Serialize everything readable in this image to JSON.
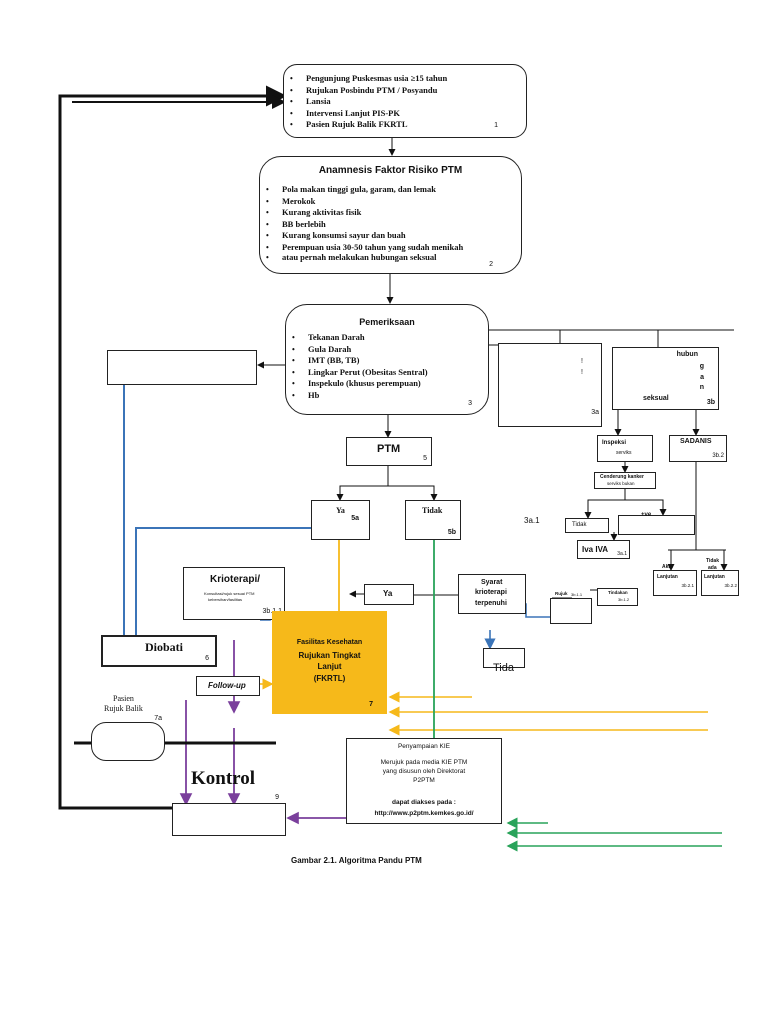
{
  "box1": {
    "items": [
      "Pengunjung Puskesmas usia ≥15 tahun",
      "Rujukan Posbindu PTM / Posyandu",
      "Lansia",
      "Intervensi Lanjut PIS-PK",
      "Pasien Rujuk Balik FKRTL"
    ],
    "num": "1"
  },
  "box2": {
    "title": "Anamnesis Faktor Risiko PTM",
    "items": [
      "Pola makan tinggi gula, garam, dan lemak",
      "Merokok",
      "Kurang aktivitas fisik",
      "BB berlebih",
      "Kurang konsumsi sayur dan buah",
      "Perempuan usia 30-50 tahun yang sudah menikah",
      "atau pernah melakukan hubungan seksual"
    ],
    "num": "2"
  },
  "box3": {
    "title": "Pemeriksaan",
    "items": [
      "Tekanan Darah",
      "Gula Darah",
      "IMT (BB, TB)",
      "Lingkar Perut (Obesitas Sentral)",
      "Inspekulo (khusus perempuan)",
      "Hb"
    ],
    "num": "3"
  },
  "box3a": {
    "marks": [
      "!",
      "!"
    ],
    "num": "3a"
  },
  "box3b": {
    "words": [
      "hubun",
      "g",
      "a",
      "n",
      "seksual"
    ],
    "num": "3b"
  },
  "inspeksi": {
    "label": "Inspeksi",
    "label2": "serviks"
  },
  "sadanis": {
    "label": "SADANIS",
    "num": "3b.2"
  },
  "cenderung": {
    "label": "Cenderung kanker",
    "label2": "serviks bukan"
  },
  "tidak_a": {
    "label": "Tidak"
  },
  "iva": {
    "label": "Iva IVA",
    "num": "3a.1"
  },
  "pos_b": {
    "label": "+ve"
  },
  "ptm": {
    "label": "PTM",
    "num": "5"
  },
  "ya5a": {
    "label": "Ya",
    "num": "5a"
  },
  "tidak5b": {
    "label": "Tidak",
    "num": "5b"
  },
  "lbl_3a1": {
    "label": "3a.1"
  },
  "krioterapi": {
    "title": "Krioterapi/",
    "sub": "Konsultasi/rujuk sesuai PTM",
    "sub2": "kebersihan/fasilitas",
    "num": "3b.1.1"
  },
  "ya_small": {
    "label": "Ya"
  },
  "syarat": {
    "l1": "Syarat",
    "l2": "krioterapi",
    "l3": "terpenuhi"
  },
  "diobati": {
    "label": "Diobati",
    "num": "6"
  },
  "fkrtl": {
    "l1": "Fasilitas Kesehatan",
    "l2": "Rujukan Tingkat",
    "l3": "Lanjut",
    "l4": "(FKRTL)",
    "num": "7",
    "color": "#f6b91a"
  },
  "followup": {
    "label": "Follow-up"
  },
  "pasien": {
    "l1": "Pasien",
    "l2": "Rujuk Balik",
    "num": "7a"
  },
  "kontrol": {
    "label": "Kontrol",
    "num": "9"
  },
  "kie": {
    "l1": "Penyampaian KIE",
    "l2": "Merujuk pada media KIE PTM",
    "l3": "yang disusun oleh Direktorat",
    "l4": "P2PTM",
    "l5": "dapat diakses pada :",
    "l6": "http://www.p2ptm.kemkes.go.id/"
  },
  "tida": {
    "label": "Tida"
  },
  "aktif": {
    "l1": "Aktif",
    "l2": "Lanjutan",
    "num": "3b.2.1"
  },
  "tidak_aktif": {
    "l1": "Tidak",
    "l2": "ada",
    "l3": "Lanjutan",
    "num": "3b.2.2"
  },
  "small_boxes": {
    "a": "Rujuk",
    "a_num": "3b.1.1",
    "b": "Tindakan",
    "b_num": "3b.1.2"
  },
  "caption": "Gambar 2.1. Algoritma Pandu PTM",
  "colors": {
    "blue": "#3b74b8",
    "yellow": "#f6b91a",
    "green": "#29a35a",
    "purple": "#7a3f9c",
    "black": "#111111"
  }
}
